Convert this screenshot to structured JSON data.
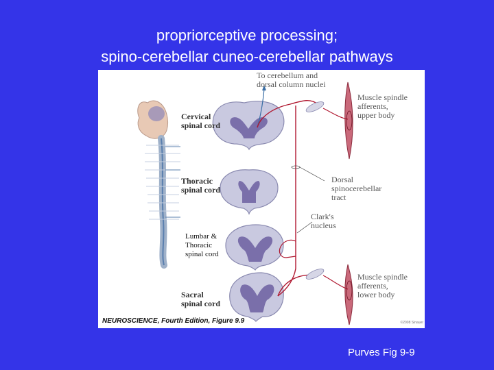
{
  "slide": {
    "title_line1": "propriorceptive processing;",
    "title_line2": "spino-cerebellar cuneo-cerebellar pathways",
    "credit": "Purves Fig 9-9"
  },
  "figure": {
    "labels": {
      "cervical": "Cervical\nspinal cord",
      "thoracic": "Thoracic\nspinal cord",
      "lumbar": "Lumbar &\nThoracic\nspinal cord",
      "sacral": "Sacral\nspinal cord",
      "to_cerebellum": "To cerebellum and\ndorsal column nuclei",
      "muscle_upper": "Muscle spindle\nafferents,\nupper body",
      "dorsal_tract": "Dorsal\nspinocerebellar\ntract",
      "clarks": "Clark's\nnucleus",
      "muscle_lower": "Muscle spindle\nafferents,\nlower body"
    },
    "caption": "NEUROSCIENCE, Fourth Edition, Figure 9.9",
    "copyright": "©2008 Sinauer"
  },
  "colors": {
    "background": "#3434e8",
    "pathway": "#b01830",
    "ascending": "#3a6ea5",
    "cord_tissue": "#c9c9e0",
    "gray_matter": "#7a6faa"
  }
}
